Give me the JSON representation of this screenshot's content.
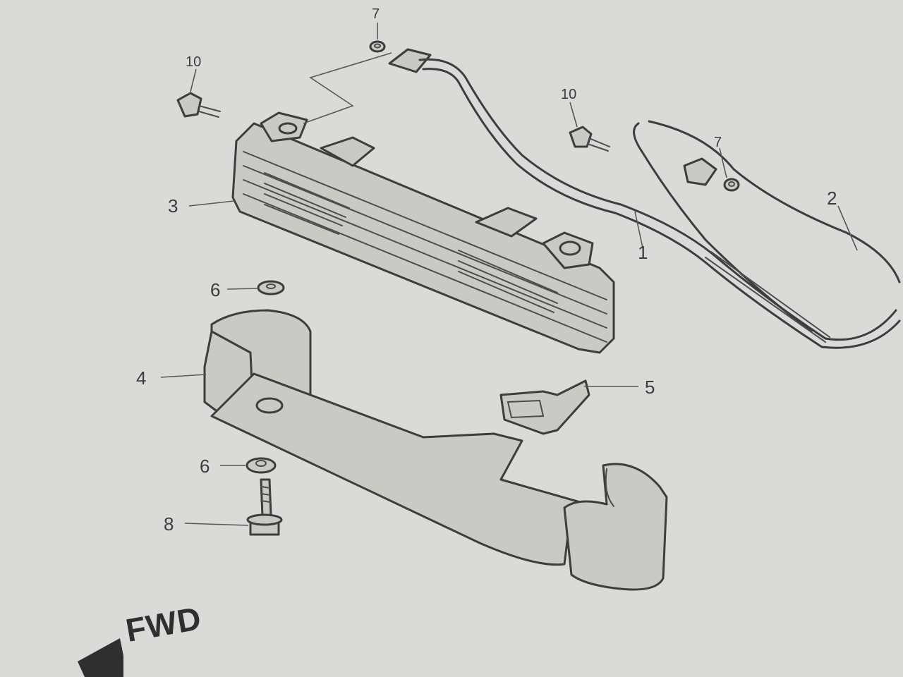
{
  "callouts": [
    {
      "id": "c1",
      "label": "1",
      "part": "oil-hose-1"
    },
    {
      "id": "c2",
      "label": "2",
      "part": "oil-hose-2"
    },
    {
      "id": "c3",
      "label": "3",
      "part": "oil-cooler"
    },
    {
      "id": "c4",
      "label": "4",
      "part": "cooler-guard"
    },
    {
      "id": "c5",
      "label": "5",
      "part": "bracket"
    },
    {
      "id": "c6a",
      "label": "6",
      "part": "washer-upper"
    },
    {
      "id": "c6b",
      "label": "6",
      "part": "washer-lower"
    },
    {
      "id": "c7a",
      "label": "7",
      "part": "o-ring-left"
    },
    {
      "id": "c7b",
      "label": "7",
      "part": "o-ring-right"
    },
    {
      "id": "c8",
      "label": "8",
      "part": "flange-bolt"
    },
    {
      "id": "c10a",
      "label": "10",
      "part": "bolt-left"
    },
    {
      "id": "c10b",
      "label": "10",
      "part": "bolt-right"
    }
  ],
  "fwd_label": "FWD",
  "colors": {
    "paper": "#d9dcd6",
    "ink": "#3b3f3b"
  },
  "icons": {
    "direction": "arrow-forward-icon"
  }
}
